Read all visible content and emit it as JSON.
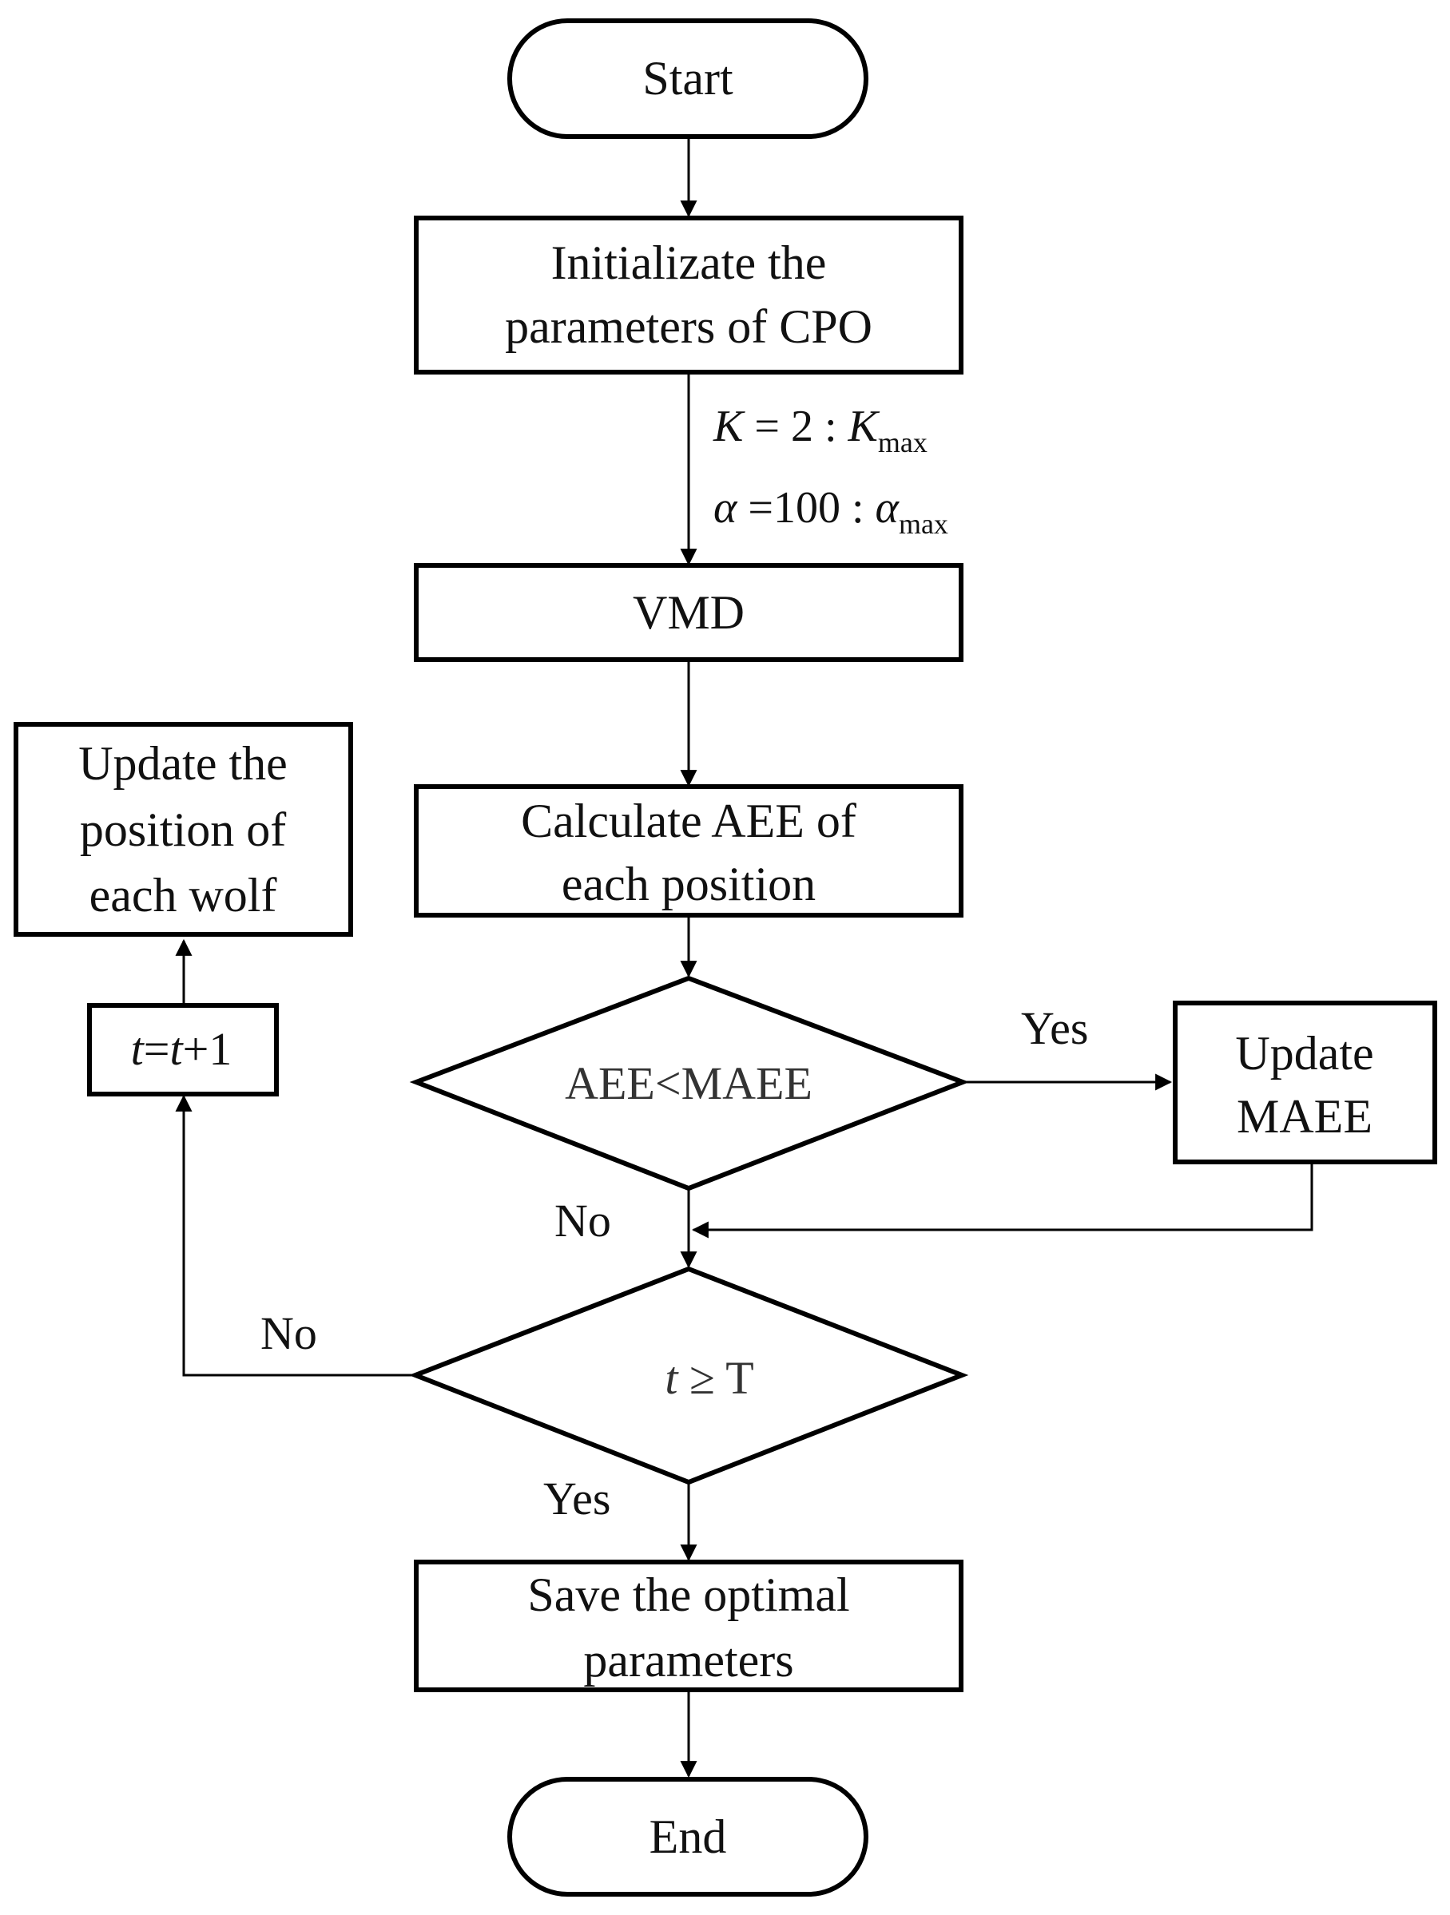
{
  "nodes": {
    "start": "Start",
    "init": [
      "Initializate the",
      "parameters of CPO"
    ],
    "vmd": "VMD",
    "calc": [
      "Calculate AEE of",
      "each position"
    ],
    "cond1": "AEE<MAEE",
    "update_maee": [
      "Update",
      "MAEE"
    ],
    "cond2": {
      "var": "t",
      "rest": " ≥ T"
    },
    "save": [
      "Save the optimal",
      "parameters"
    ],
    "end": "End",
    "t_increment": {
      "a": "t",
      "b": "=",
      "c": "t",
      "d": "+1"
    },
    "update_position": [
      "Update the",
      "position of",
      "each wolf"
    ]
  },
  "params": {
    "k_line": {
      "var": "K",
      "eq": " = 2 : ",
      "var2": "K",
      "sub": "max"
    },
    "alpha_line": {
      "var": "α",
      "eq": " =100 : ",
      "var2": "α",
      "sub": "max"
    }
  },
  "edge_labels": {
    "yes1": "Yes",
    "no1": "No",
    "no2": "No",
    "yes2": "Yes"
  }
}
